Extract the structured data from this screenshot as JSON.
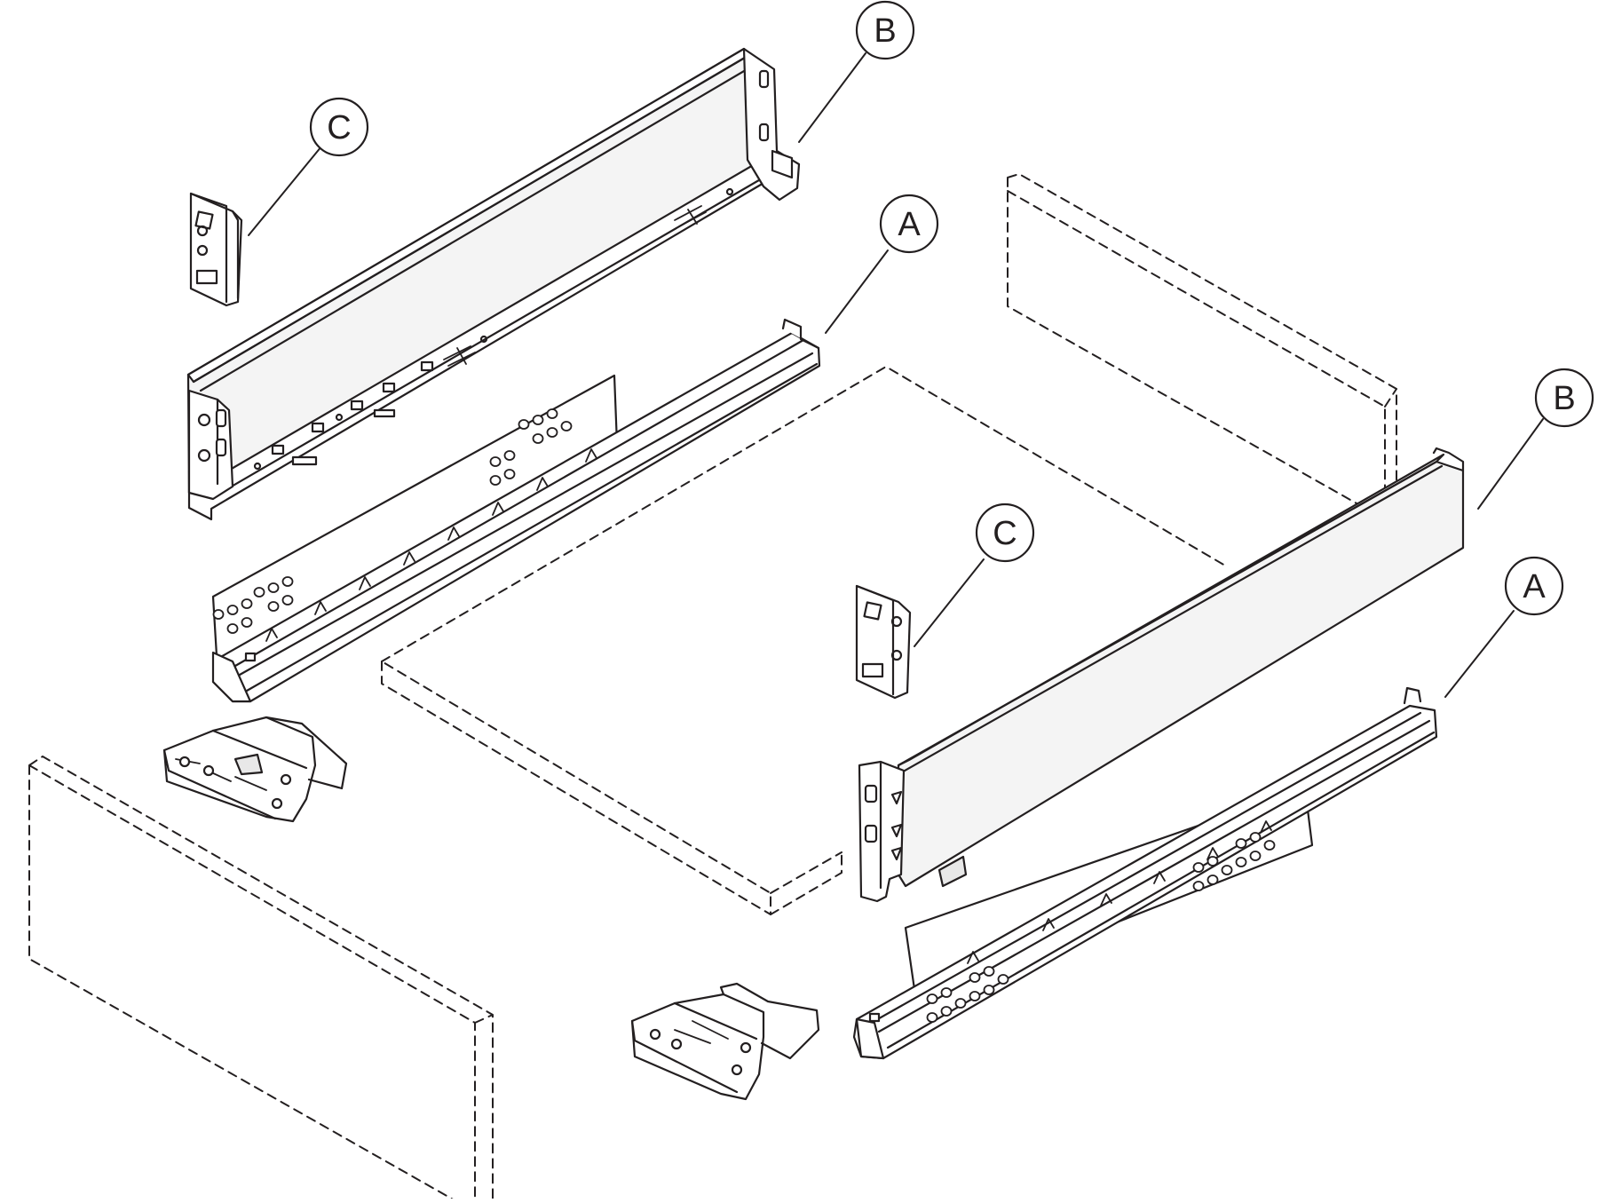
{
  "labels": {
    "a_left": "A",
    "a_right": "A",
    "b_left": "B",
    "b_right": "B",
    "c_left": "C",
    "c_right": "C"
  },
  "colors": {
    "line": "#231f20",
    "part_fill": "#ffffff",
    "panel_fill": "#f4f4f4",
    "shade": "#cfcfcf"
  },
  "illustration": "drawer-slide-assembly-exploded-view"
}
